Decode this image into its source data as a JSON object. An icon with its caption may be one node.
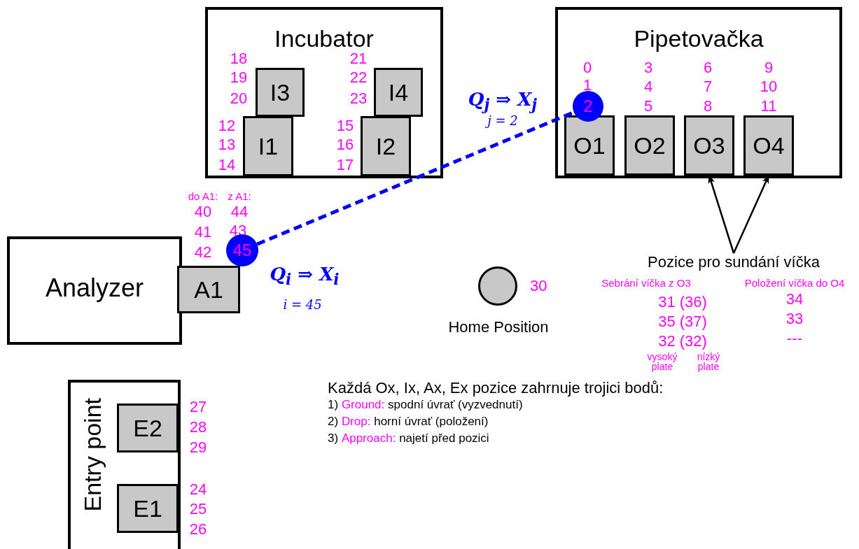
{
  "diagram": {
    "nodes": [
      {
        "text": [
          "Incubator"
        ]
      },
      {
        "text": [
          "I3"
        ],
        "in": 0
      },
      {
        "text": [
          "I4"
        ],
        "in": 0
      },
      {
        "text": [
          "I1"
        ],
        "in": 0
      },
      {
        "text": [
          "I2"
        ],
        "in": 0
      },
      {
        "text": [
          "Pipetovačka"
        ]
      },
      {
        "text": [
          "O1"
        ],
        "in": 5
      },
      {
        "text": [
          "O2"
        ],
        "in": 5
      },
      {
        "text": [
          "O3"
        ],
        "in": 5
      },
      {
        "text": [
          "O4"
        ],
        "in": 5
      },
      {
        "text": [
          "2"
        ],
        "in": 5,
        "beside": [
          "Q$_{j}$ ⇒ X$_{j}$",
          "j = 2"
        ]
      },
      {
        "text": [
          "Analyzer"
        ]
      },
      {
        "text": [
          "A1"
        ]
      },
      {
        "text": [
          "45"
        ],
        "beside": [
          "Q$_{i}$ ⇒ X$_{i}$",
          "i = 45"
        ]
      },
      {
        "text": [
          "Pozice pro sundání víčka"
        ]
      },
      {
        "text": [],
        "shape": "circle",
        "beside": [
          "30",
          "Home Position"
        ]
      },
      {
        "text": [
          "Entry point"
        ]
      },
      {
        "text": [
          "E2"
        ],
        "in": 16
      },
      {
        "text": [
          "E1"
        ],
        "in": 16
      }
    ],
    "edges": [
      {
        "from": 13,
        "to": 10,
        "arrow": "none",
        "style": "dashed",
        "color": "#0000ff"
      },
      {
        "from": 14,
        "to": 8,
        "arrow": "to"
      },
      {
        "from": 14,
        "to": 9,
        "arrow": "to"
      }
    ],
    "labels": [
      "18",
      "19",
      "20",
      "21",
      "22",
      "23",
      "12",
      "13",
      "14",
      "15",
      "16",
      "17",
      "0",
      "1",
      "3",
      "4",
      "5",
      "6",
      "7",
      "8",
      "9",
      "10",
      "11",
      "do A1:",
      "z A1:",
      "40",
      "44",
      "41",
      "43",
      "42",
      "Sebrání víčka z O3",
      "Položení víčka do O4",
      "31 (36)",
      "34",
      "35 (37)",
      "33",
      "32 (32)",
      "---",
      "vysoký plate",
      "nízký plate",
      "27",
      "28",
      "29",
      "24",
      "25",
      "26",
      "Každá Ox, Ix, Ax, Ex pozice zahrnuje trojici bodů:",
      "1)",
      "Ground:",
      "spodní úvrať (vyzvednutí)",
      "2)",
      "Drop:",
      "horní úvrať (položení)",
      "3)",
      "Approach:",
      "najetí před pozici"
    ]
  }
}
